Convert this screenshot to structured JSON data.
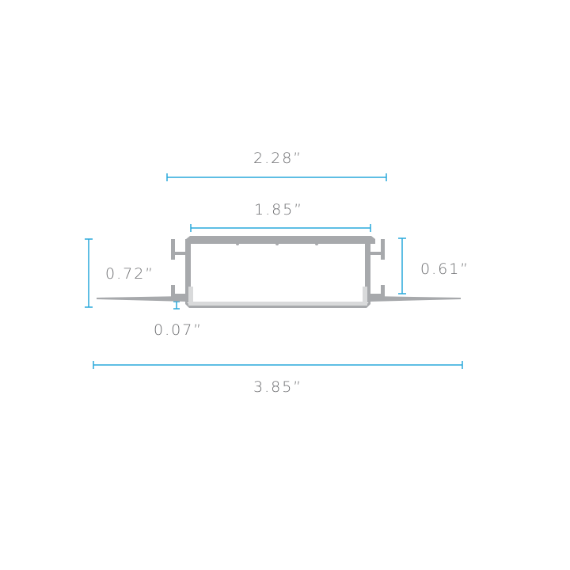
{
  "diagram": {
    "type": "profile-cross-section",
    "colors": {
      "dimension_line": "#29a8db",
      "profile_body": "#a7a9ac",
      "diffuser": "#d9dadb",
      "label_text": "#6d6e71"
    },
    "dimensions": {
      "overall_width": "3.85”",
      "outer_channel_width": "2.28”",
      "inner_channel_width": "1.85”",
      "overall_height": "0.72”",
      "channel_height": "0.61”",
      "flange_thickness": "0.07”"
    }
  }
}
